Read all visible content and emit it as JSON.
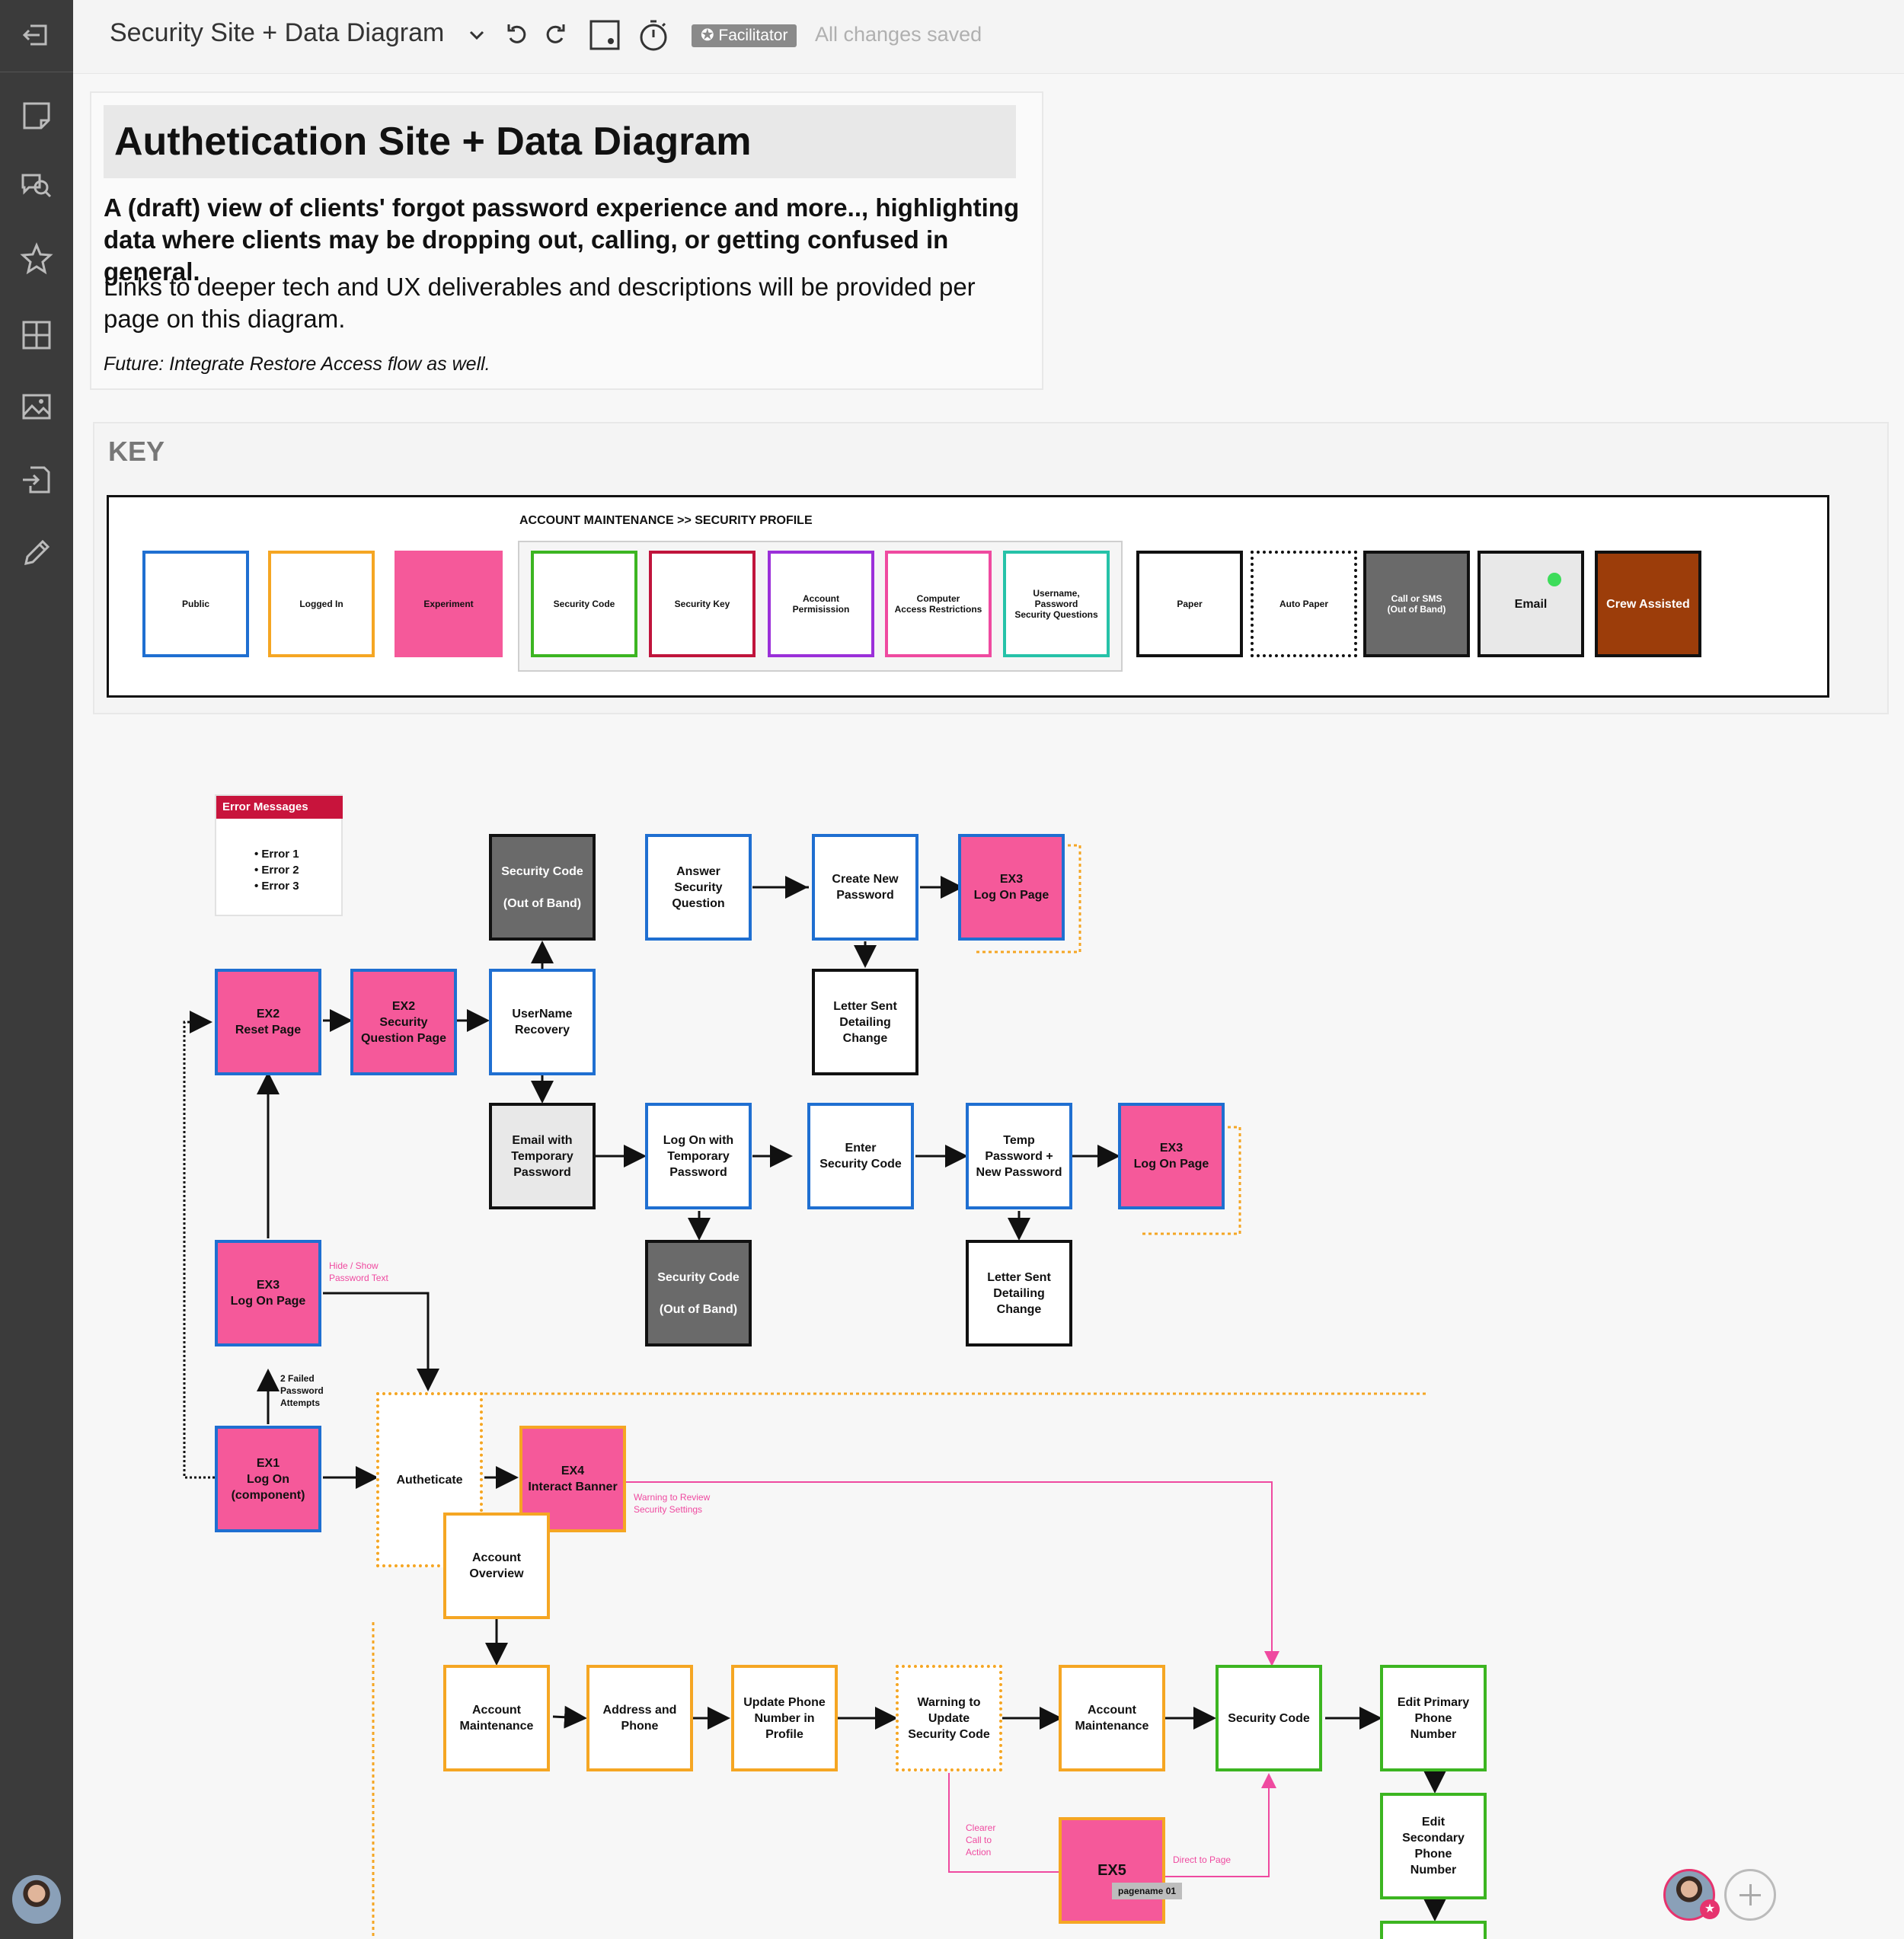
{
  "board": {
    "title": "Security Site + Data Diagram",
    "facilitator": "✪ Facilitator",
    "save_status": "All changes saved"
  },
  "sidebar": {
    "items": [
      "exit-icon",
      "sticky-note-icon",
      "comment-search-icon",
      "star-icon",
      "grid-icon",
      "image-icon",
      "import-icon",
      "pencil-icon"
    ]
  },
  "intro": {
    "title": "Authetication Site + Data Diagram",
    "lead": "A (draft) view of clients' forgot password experience and more.., highlighting data where clients may be dropping out, calling, or getting confused in general.",
    "body": "Links to deeper tech and UX deliverables and descriptions will be provided per page on this diagram.",
    "note": "Future: Integrate Restore Access flow as well."
  },
  "key": {
    "title": "KEY",
    "group_label": "ACCOUNT MAINTENANCE >> SECURITY PROFILE",
    "items": {
      "public": "Public",
      "logged": "Logged In",
      "experiment": "Experiment",
      "security_code": "Security Code",
      "security_key": "Security Key",
      "account_permission": "Account\nPermisission",
      "computer_access": "Computer\nAccess Restrictions",
      "username_password": "Username,\nPassword\nSecurity Questions",
      "paper": "Paper",
      "auto_paper": "Auto Paper",
      "call_sms": "Call or SMS\n(Out of Band)",
      "email": "Email",
      "crew": "Crew Assisted"
    }
  },
  "errors": {
    "header": "Error Messages",
    "list": "• Error 1\n• Error 2\n• Error 3"
  },
  "nodes": {
    "sec_code_oob_1": "Security Code\n\n(Out of Band)",
    "answer_question": "Answer\nSecurity\nQuestion",
    "create_password": "Create New\nPassword",
    "ex3_top": "EX3\nLog On Page",
    "letter_1": "Letter Sent\nDetailing\nChange",
    "ex2_reset": "EX2\nReset Page",
    "ex2_question": "EX2\nSecurity\nQuestion Page",
    "username_recovery": "UserName\nRecovery",
    "email_temp": "Email with\nTemporary\nPassword",
    "logon_temp": "Log On with\nTemporary\nPassword",
    "enter_code": "Enter\nSecurity Code",
    "temp_new": "Temp\nPassword +\nNew Password",
    "ex3_mid": "EX3\nLog On Page",
    "sec_code_oob_2": "Security Code\n\n(Out of Band)",
    "letter_2": "Letter Sent\nDetailing\nChange",
    "ex3_left": "EX3\nLog On Page",
    "ex1": "EX1\nLog On\n(component)",
    "authenticate": "Autheticate",
    "ex4": "EX4\nInteract Banner",
    "account_overview": "Account\nOverview",
    "account_maint_1": "Account\nMaintenance",
    "address_phone": "Address and\nPhone",
    "update_phone": "Update Phone\nNumber in\nProfile",
    "warning_update": "Warning to\nUpdate\nSecurity Code",
    "account_maint_2": "Account\nMaintenance",
    "security_code": "Security Code",
    "edit_primary": "Edit Primary\nPhone\nNumber",
    "edit_secondary": "Edit\nSecondary\nPhone\nNumber",
    "ex5": "EX5",
    "pagename": "pagename 01"
  },
  "annotations": {
    "hide_show": "Hide / Show\nPassword Text",
    "failed": "2 Failed\nPassword\nAttempts",
    "warning_review": "Warning to Review\nSecurity Settings",
    "clearer": "Clearer\nCall to\nAction",
    "direct": "Direct to Page"
  },
  "colors": {
    "public": "#1f6fd1",
    "logged_in": "#f5a623",
    "experiment": "#f5599a",
    "security_code": "#3cb521",
    "security_key": "#c0143c",
    "account_permission": "#9b30d9",
    "computer_access": "#ef4aa0",
    "username_password": "#26c2a8",
    "call_sms": "#6a6a6a",
    "email": "#e8e8e8",
    "crew": "#9c3d0a",
    "annotation": "#ef4aa0"
  }
}
